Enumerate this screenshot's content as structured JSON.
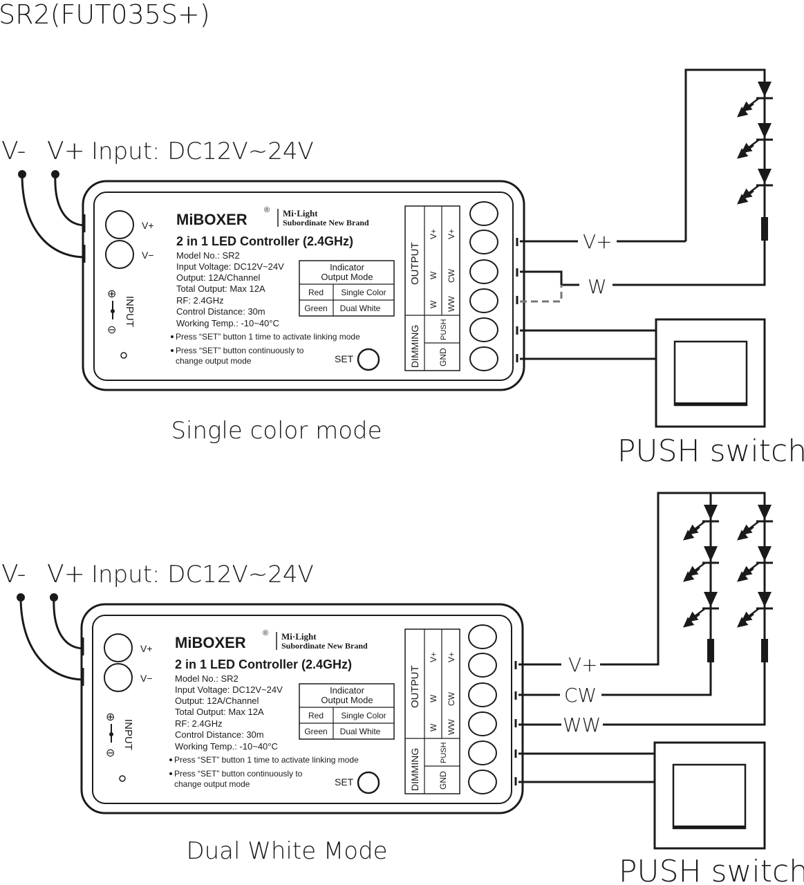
{
  "title": "SR2(FUT035S+)",
  "input_labels": {
    "vminus": "V-",
    "vplus": "V+",
    "input": "Input: DC12V~24V"
  },
  "controller": {
    "brand": "MiBOXER",
    "reg": "®",
    "sub_brand_1": "Mi·Light",
    "sub_brand_2": "Subordinate New Brand",
    "product": "2 in 1 LED Controller (2.4GHz)",
    "specs": [
      "Model No.: SR2",
      "Input Voltage: DC12V~24V",
      "Output: 12A/Channel",
      "Total Output: Max 12A",
      "RF: 2.4GHz",
      "Control Distance: 30m",
      "Working Temp.: -10~40°C"
    ],
    "notes": [
      "Press “SET” button 1 time to activate linking mode",
      "Press “SET” button continuously to",
      "change output mode"
    ],
    "indicator": {
      "header_1": "Indicator",
      "header_2": "Output Mode",
      "rows": [
        [
          "Red",
          "Single Color"
        ],
        [
          "Green",
          "Dual White"
        ]
      ]
    },
    "set_label": "SET",
    "term_vplus": "V+",
    "term_vminus": "V−",
    "input_side_label": "INPUT",
    "plus_sym": "⊕",
    "minus_sym": "⊖",
    "output_label": "OUTPUT",
    "dimming_label": "DIMMING",
    "col1": [
      "V+",
      "W",
      "W"
    ],
    "col2": [
      "V+",
      "CW",
      "WW"
    ],
    "push_label": "PUSH",
    "gnd_label": "GND"
  },
  "diagrams": [
    {
      "mode": "Single color mode",
      "wires": [
        "V+",
        "W"
      ],
      "switch_label": "PUSH switch"
    },
    {
      "mode": "Dual White Mode",
      "wires": [
        "V+",
        "CW",
        "WW"
      ],
      "switch_label": "PUSH switch"
    }
  ],
  "colors": {
    "ink": "#1a1a1a",
    "dashed": "#777777"
  }
}
